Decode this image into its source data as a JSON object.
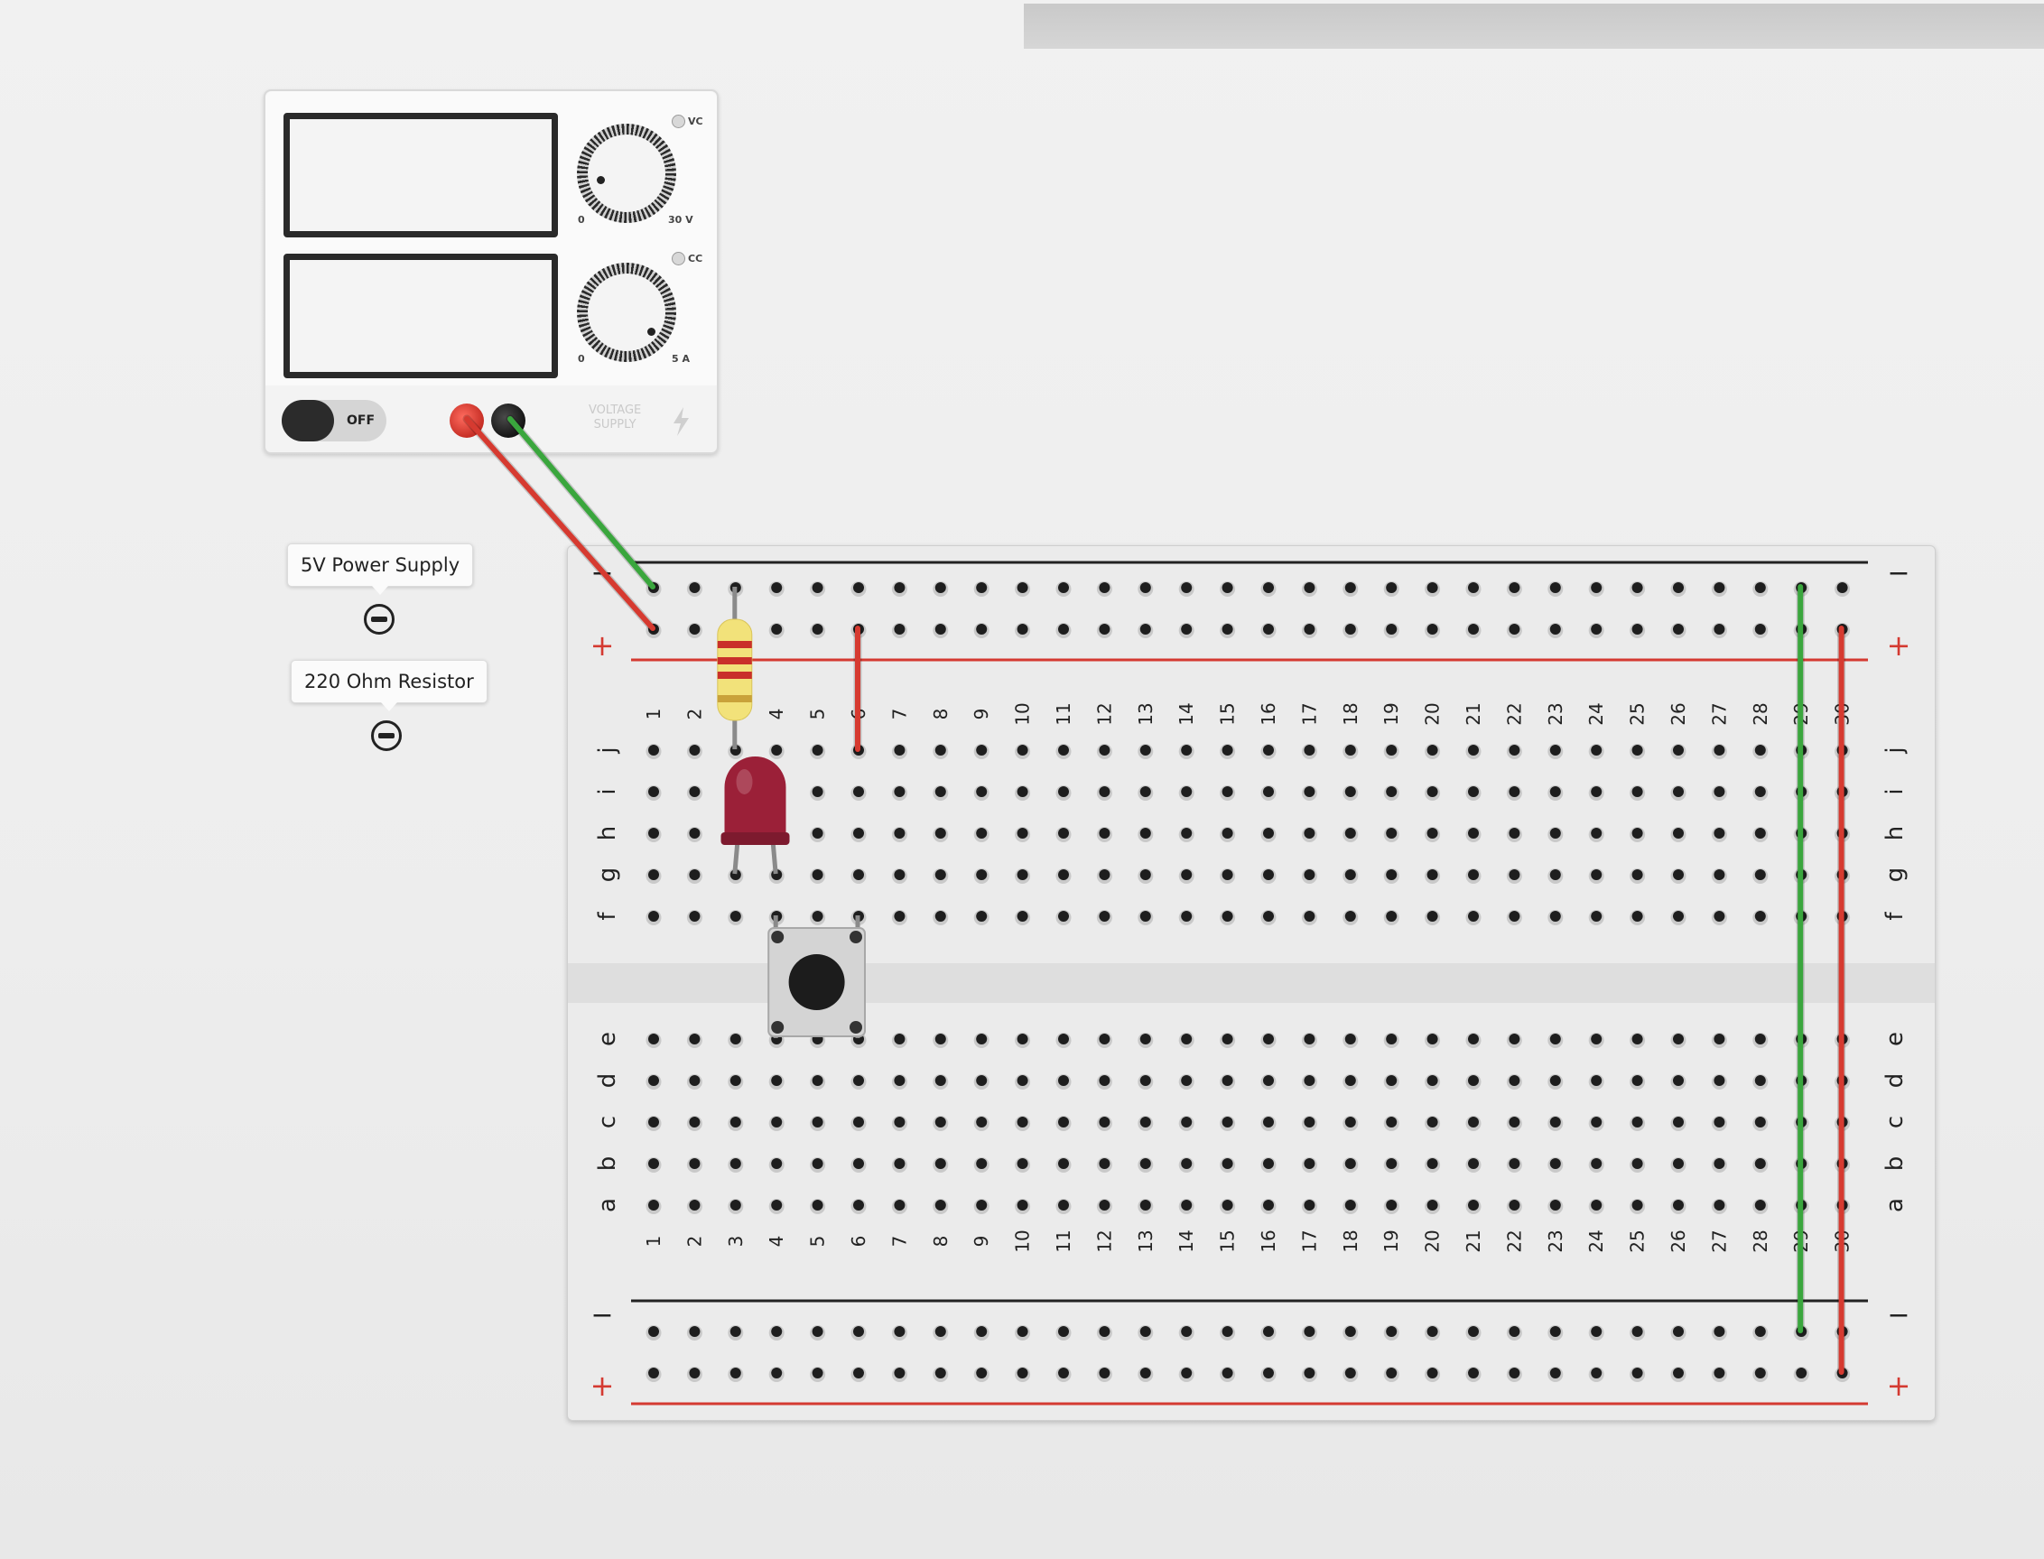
{
  "power_supply": {
    "voltage_indicator": "VC",
    "current_indicator": "CC",
    "voltage_min": "0",
    "voltage_max": "30 V",
    "current_min": "0",
    "current_max": "5 A",
    "switch_label": "OFF",
    "brand_label_line1": "VOLTAGE",
    "brand_label_line2": "SUPPLY",
    "positive_terminal_color": "#d63a30",
    "negative_terminal_color": "#2a2a2a"
  },
  "callouts": [
    {
      "label": "5V Power Supply"
    },
    {
      "label": "220 Ohm Resistor"
    }
  ],
  "breadboard": {
    "columns": 30,
    "visible_column_labels": [
      "1",
      "2",
      "3",
      "4",
      "5",
      "6",
      "7",
      "8",
      "9",
      "10",
      "11",
      "12",
      "13",
      "14",
      "15",
      "16",
      "17",
      "18",
      "19",
      "20",
      "21",
      "22",
      "23",
      "24",
      "25",
      "26",
      "27",
      "28",
      "29",
      "30"
    ],
    "top_row_letters": [
      "j",
      "i",
      "h",
      "g",
      "f"
    ],
    "bottom_row_letters": [
      "e",
      "d",
      "c",
      "b",
      "a"
    ],
    "rail_plus": "+",
    "rail_minus": "−",
    "rail_red": "#d43a31",
    "rail_black": "#222222"
  },
  "wires": {
    "power_positive_color": "#d63a30",
    "power_ground_color": "#3aa63d"
  },
  "components": {
    "resistor_body": "#f2e27a",
    "led_color": "#9b2038",
    "pushbutton": "tactile-switch"
  }
}
